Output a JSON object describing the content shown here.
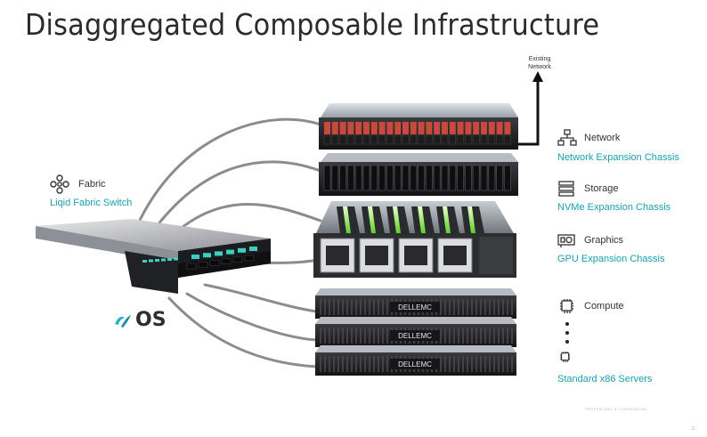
{
  "title": "Disaggregated Composable Infrastructure",
  "existing_network": [
    "Existing",
    "Network"
  ],
  "fabric": {
    "label": "Fabric",
    "sub": "Liqid Fabric Switch",
    "icon": "fabric-icon"
  },
  "os_logo": {
    "text": "OS",
    "icon": "liqid-logo-icon"
  },
  "legend": [
    {
      "label": "Network",
      "sub": "Network Expansion Chassis",
      "icon": "network-icon"
    },
    {
      "label": "Storage",
      "sub": "NVMe Expansion Chassis",
      "icon": "storage-icon"
    },
    {
      "label": "Graphics",
      "sub": "GPU Expansion Chassis",
      "icon": "gpu-icon"
    },
    {
      "label": "Compute",
      "sub": "Standard x86 Servers",
      "icon": "chip-icon"
    }
  ],
  "server_brand": "DELLEMC",
  "footer": "PROPRIETARY & CONFIDENTIAL",
  "page_number": "11",
  "colors": {
    "accent": "#1a9fb0",
    "text": "#333333",
    "cable": "#8c8c8c",
    "chassis": "#2a2a2e",
    "drive_red": "#c84a3c",
    "gpu_green": "#9df25a"
  }
}
